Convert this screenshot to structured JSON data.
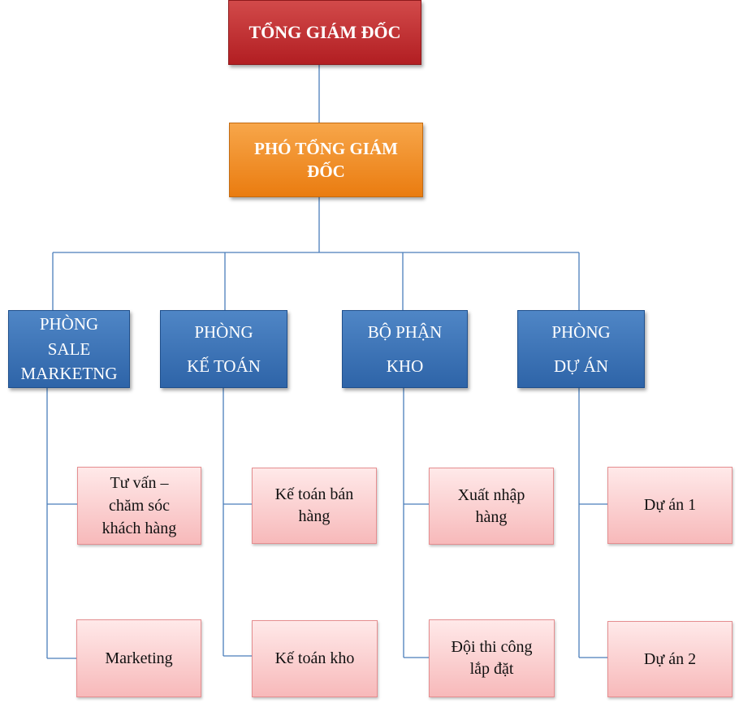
{
  "chart_data": {
    "type": "org-chart",
    "ceo": {
      "lines": [
        "TỔNG GIÁM ĐỐC"
      ]
    },
    "deputy": {
      "lines": [
        "PHÓ TỔNG GIÁM",
        "ĐỐC"
      ]
    },
    "departments": [
      {
        "lines": [
          "PHÒNG",
          "SALE",
          "MARKETNG"
        ],
        "subunits": [
          {
            "lines": [
              "Tư vấn –",
              "chăm sóc",
              "khách hàng"
            ]
          },
          {
            "lines": [
              "Marketing"
            ]
          }
        ]
      },
      {
        "lines": [
          "PHÒNG",
          "KẾ TOÁN"
        ],
        "subunits": [
          {
            "lines": [
              "Kế toán bán",
              "hàng"
            ]
          },
          {
            "lines": [
              "Kế toán kho"
            ]
          }
        ]
      },
      {
        "lines": [
          "BỘ PHẬN",
          "KHO"
        ],
        "subunits": [
          {
            "lines": [
              "Xuất nhập",
              "hàng"
            ]
          },
          {
            "lines": [
              "Đội thi công",
              "lắp đặt"
            ]
          }
        ]
      },
      {
        "lines": [
          "PHÒNG",
          "DỰ ÁN"
        ],
        "subunits": [
          {
            "lines": [
              "Dự án 1"
            ]
          },
          {
            "lines": [
              "Dự án 2"
            ]
          }
        ]
      }
    ]
  }
}
